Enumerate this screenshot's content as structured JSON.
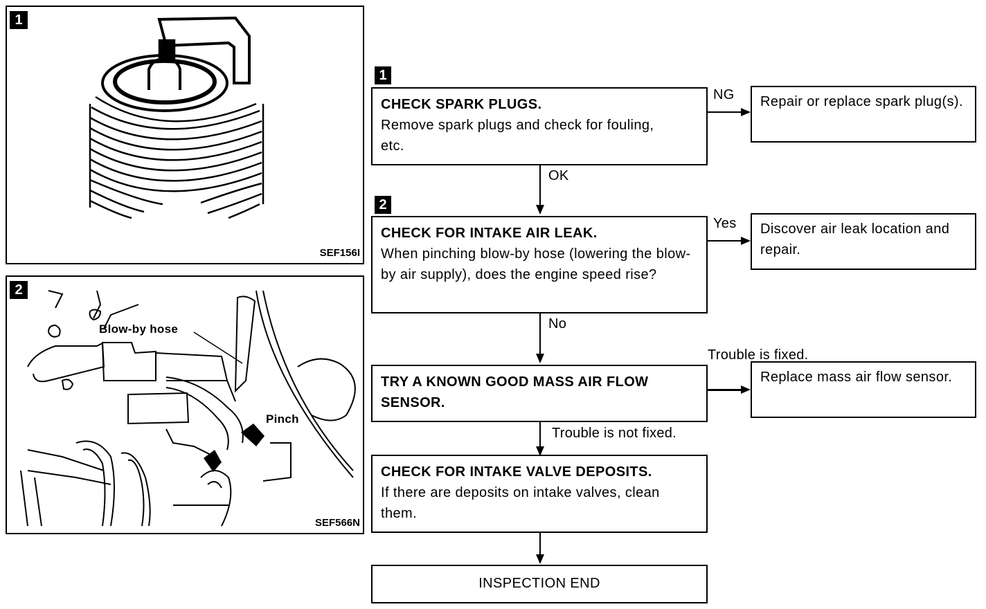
{
  "figures": [
    {
      "number": "1",
      "code": "SEF156I",
      "subject": "spark-plug-illustration",
      "labels": []
    },
    {
      "number": "2",
      "code": "SEF566N",
      "subject": "engine-bay-illustration",
      "labels": [
        "Blow-by hose",
        "Pinch"
      ]
    }
  ],
  "flowchart": {
    "steps": [
      {
        "number": "1",
        "title": "CHECK SPARK PLUGS.",
        "body": "Remove spark plugs and check for fouling, etc.",
        "branch_label": "NG",
        "branch_result": "Repair or replace spark plug(s).",
        "next_label": "OK"
      },
      {
        "number": "2",
        "title": "CHECK FOR INTAKE AIR LEAK.",
        "body": "When pinching blow-by hose (lowering the blow-by air supply), does the engine speed rise?",
        "branch_label": "Yes",
        "branch_result": "Discover air leak location and repair.",
        "next_label": "No"
      },
      {
        "number": "",
        "title": "TRY A KNOWN GOOD MASS AIR FLOW SENSOR.",
        "body": "",
        "branch_label": "Trouble is fixed.",
        "branch_result": "Replace mass air flow sensor.",
        "next_label": "Trouble is not fixed."
      },
      {
        "number": "",
        "title": "CHECK FOR INTAKE VALVE DEPOSITS.",
        "body": "If there are deposits on intake valves, clean them.",
        "branch_label": "",
        "branch_result": "",
        "next_label": ""
      }
    ],
    "end_label": "INSPECTION END"
  }
}
